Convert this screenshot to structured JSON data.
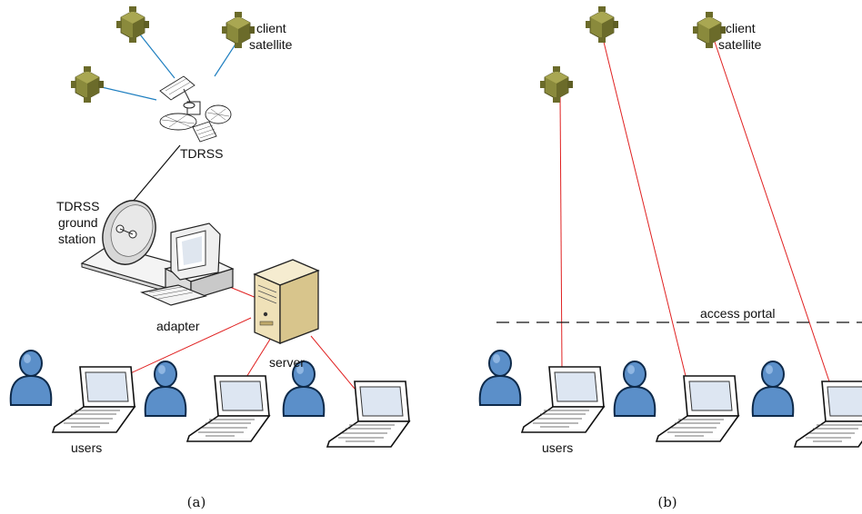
{
  "colors": {
    "satellite_body": "#8a8a3c",
    "satellite_dark": "#5e5e24",
    "tdrss_link": "#1f7fc0",
    "ground_link": "#111111",
    "red_link": "#e02020",
    "user_fill": "#5b8fc9",
    "user_dark": "#2a5b94",
    "server_fill": "#efe1b8",
    "screen_fill": "#dde6f2"
  },
  "icons": {
    "satellite": "client-satellite-cube-icon",
    "relay": "tdrss-relay-satellite-icon",
    "dish": "ground-station-dish-icon",
    "workstation": "adapter-computer-icon",
    "server": "server-tower-icon",
    "user": "user-person-icon",
    "laptop": "user-laptop-icon"
  },
  "panel_a": {
    "client_satellite_label_line1": "client",
    "client_satellite_label_line2": "satellite",
    "tdrss_label": "TDRSS",
    "ground_station_line1": "TDRSS",
    "ground_station_line2": "ground",
    "ground_station_line3": "station",
    "adapter_label": "adapter",
    "server_label": "server",
    "users_label": "users",
    "caption": "(a)"
  },
  "panel_b": {
    "client_satellite_label_line1": "client",
    "client_satellite_label_line2": "satellite",
    "access_portal_label": "access portal",
    "users_label": "users",
    "caption": "(b)"
  }
}
